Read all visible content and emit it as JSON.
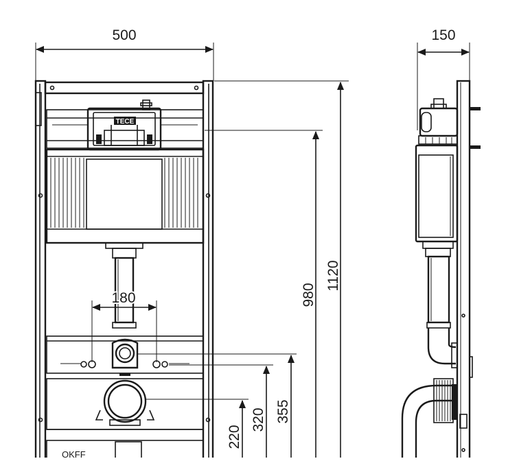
{
  "drawing": {
    "dimensions": {
      "front_width": "500",
      "side_depth": "150",
      "drain_spacing": "180",
      "height_total": "1120",
      "height_cistern": "980",
      "height_bolts": "355",
      "height_drain": "320",
      "height_outlet": "220"
    },
    "labels": {
      "brand": "TECE",
      "floor": "OKFF"
    }
  },
  "colors": {
    "line": "#1a1a1a",
    "background": "#ffffff"
  }
}
